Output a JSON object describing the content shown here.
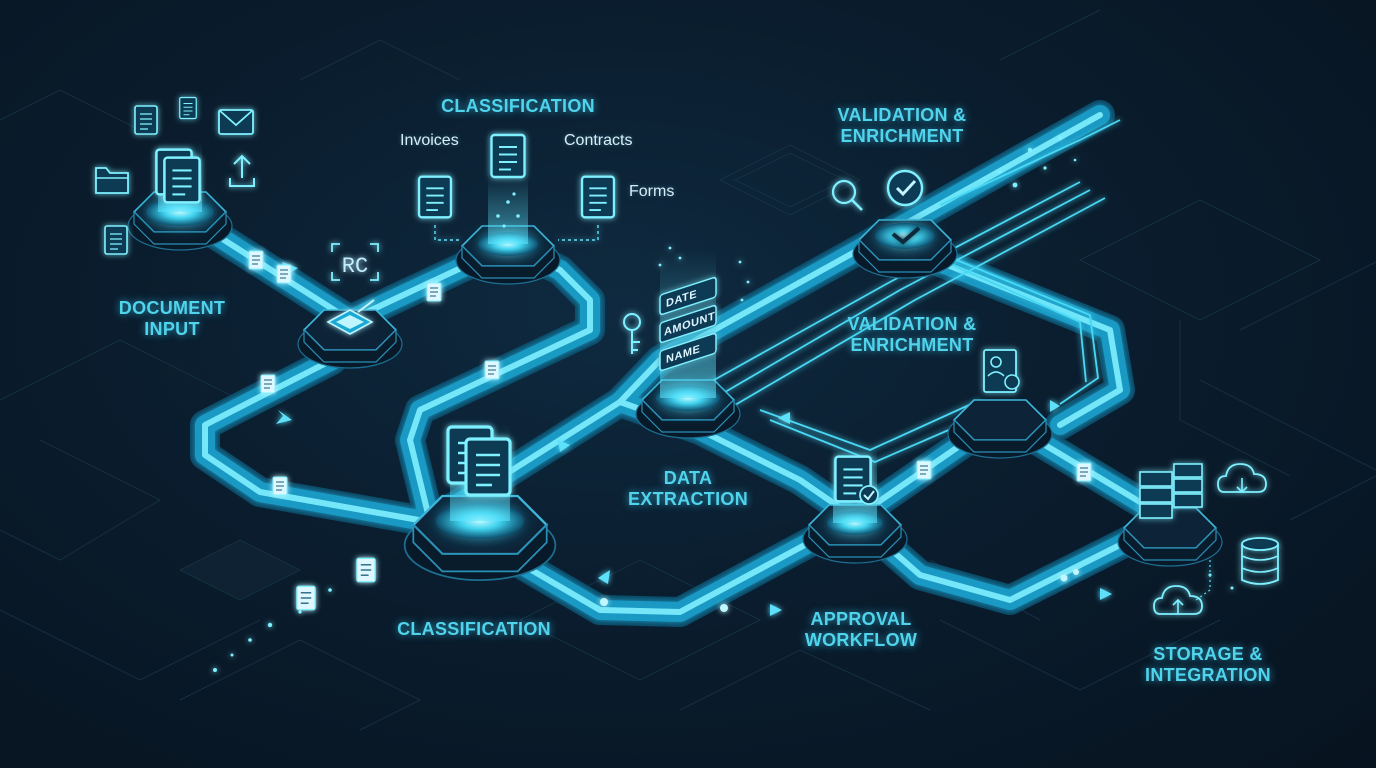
{
  "stages": {
    "document_input": [
      "DOCUMENT",
      "INPUT"
    ],
    "classification_top": "CLASSIFICATION",
    "validation_top": [
      "VALIDATION &",
      "ENRICHMENT"
    ],
    "validation_mid": [
      "VALIDATION &",
      "ENRICHMENT"
    ],
    "data_extraction": [
      "DATA",
      "EXTRACTION"
    ],
    "classification_bottom": "CLASSIFICATION",
    "approval": [
      "APPROVAL",
      "WORKFLOW"
    ],
    "storage": [
      "STORAGE &",
      "INTEGRATION"
    ]
  },
  "categories": {
    "invoices": "Invoices",
    "contracts": "Contracts",
    "forms": "Forms"
  },
  "ocr_mark": "RC",
  "extraction_fields": [
    "DATE",
    "AMOUNT",
    "NAME"
  ],
  "colors": {
    "background": "#07131f",
    "accent": "#4fd4ec",
    "glow": "#7ff0ff",
    "node": "#0d2438"
  },
  "icons": [
    "document-icon",
    "folder-icon",
    "envelope-icon",
    "upload-icon",
    "scanner-icon",
    "key-icon",
    "magnifier-icon",
    "checkmark-icon",
    "user-document-icon",
    "server-icon",
    "database-icon",
    "cloud-upload-icon",
    "cloud-download-icon"
  ]
}
